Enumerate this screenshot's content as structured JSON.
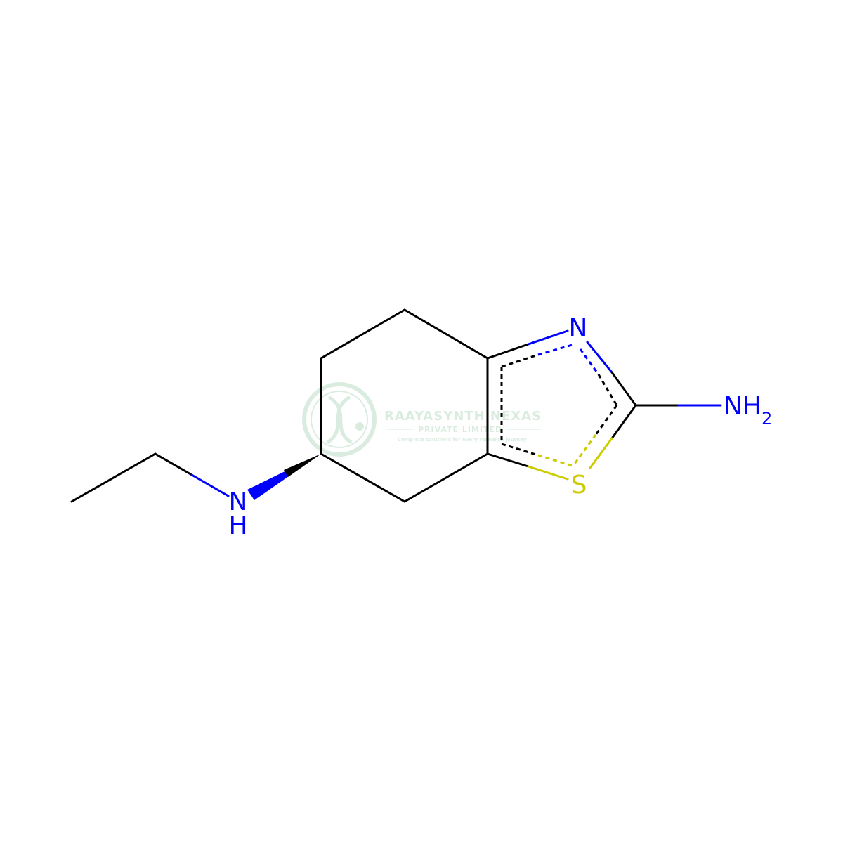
{
  "molecule": {
    "atoms": {
      "ring_n": "N",
      "amine_n": "NH",
      "amine_n_symbol": "N",
      "amine_h": "H",
      "amino_nh2_main": "NH",
      "amino_nh2_sub": "2",
      "sulfur": "S"
    }
  },
  "watermark": {
    "company": "RAAYASYNTH NEXAS",
    "subtitle": "PRIVATE LIMITED",
    "tagline": "Complete solutions for every research journey"
  },
  "colors": {
    "bond": "#000000",
    "nitrogen": "#0000FF",
    "sulfur": "#CCCC00",
    "watermark": "#3a9a5a"
  }
}
